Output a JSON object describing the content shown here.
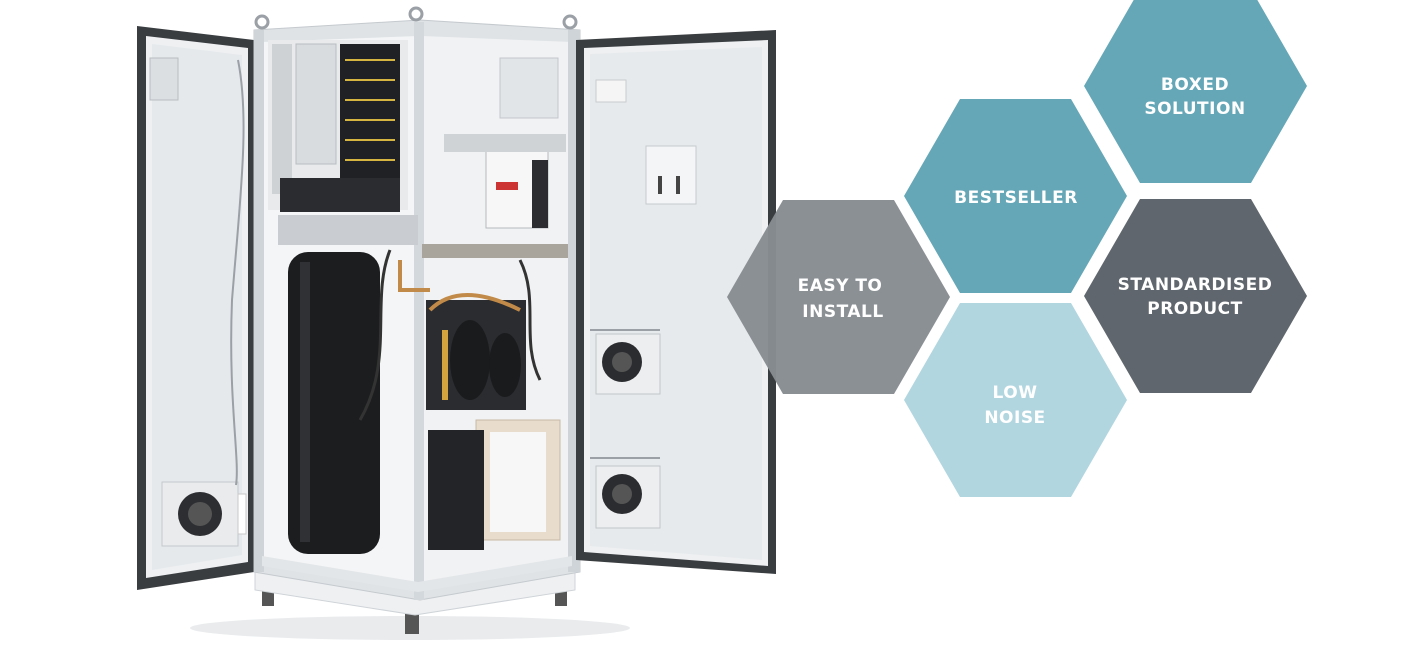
{
  "hexagons": [
    {
      "key": "boxed",
      "line1": "BOXED",
      "line2": "SOLUTION",
      "color": "#65a7b7"
    },
    {
      "key": "bestseller",
      "line1": "BESTSELLER",
      "line2": "",
      "color": "#65a7b7"
    },
    {
      "key": "easy",
      "line1": "EASY TO",
      "line2": "INSTALL",
      "color": "#878c92"
    },
    {
      "key": "standardised",
      "line1": "STANDARDISED",
      "line2": "PRODUCT",
      "color": "#5f666d"
    },
    {
      "key": "low_noise",
      "line1": "LOW",
      "line2": "NOISE",
      "color": "#b1d6e0"
    }
  ],
  "colors": {
    "cabinet_frame": "#dfe3e6",
    "door_panel": "#eef0f2",
    "gasket": "#3a3d40",
    "tank": "#1c1d1f",
    "background": "#ffffff"
  }
}
